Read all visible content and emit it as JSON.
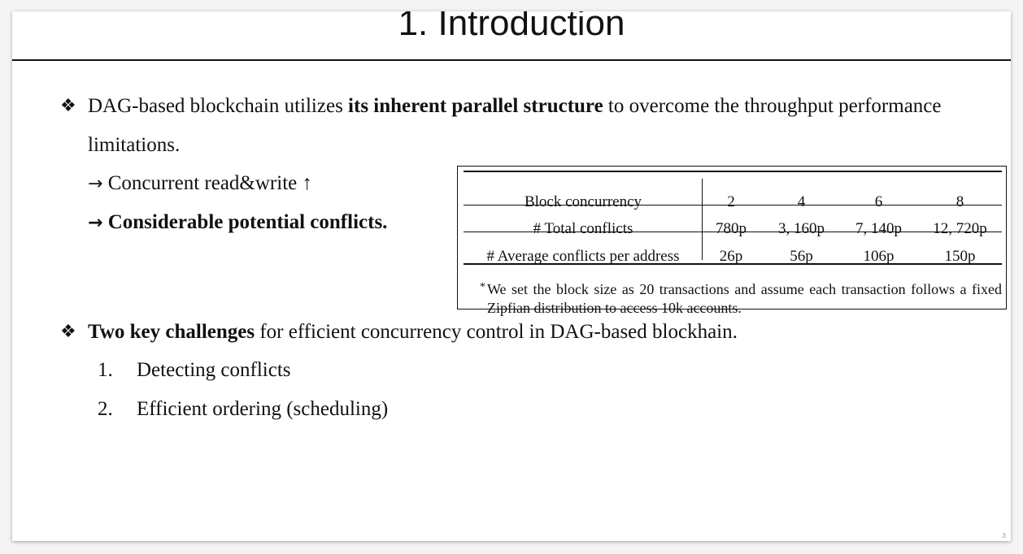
{
  "slide": {
    "title": "1. Introduction",
    "page_number": "3"
  },
  "bullet1": {
    "marker": "❖",
    "text_before": "DAG-based blockchain utilizes ",
    "text_bold": "its inherent parallel structure",
    "text_after": " to overcome the throughput performance limitations.",
    "sub1_arrow": "→",
    "sub1_text": "Concurrent read&write ↑",
    "sub2_arrow": "→",
    "sub2_text": "Considerable potential conflicts."
  },
  "table": {
    "header": [
      "Block concurrency",
      "2",
      "4",
      "6",
      "8"
    ],
    "rows": [
      [
        "# Total conflicts",
        "780p",
        "3, 160p",
        "7, 140p",
        "12, 720p"
      ],
      [
        "# Average conflicts per address",
        "26p",
        "56p",
        "106p",
        "150p"
      ]
    ],
    "footnote_marker": "*",
    "footnote": "We set the block size as 20 transactions and assume each transaction follows a fixed Zipfian distribution to access 10k accounts."
  },
  "bullet2": {
    "marker": "❖",
    "text_bold": "Two key challenges",
    "text_after": " for efficient concurrency control in DAG-based blockhain.",
    "items": [
      {
        "index": "1.",
        "text": "Detecting conflicts"
      },
      {
        "index": "2.",
        "text": "Efficient ordering (scheduling)"
      }
    ]
  }
}
